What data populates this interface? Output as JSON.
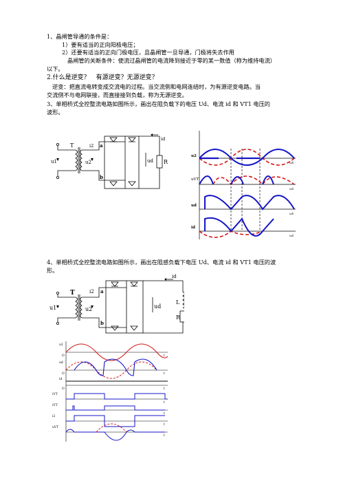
{
  "q1": {
    "title": "1、晶闸管导通的条件是：",
    "item1": "1）要有适当的正向阳极电压；",
    "item2": "2）还要有适当的正向门极电压，且晶闸管一旦导通，门极将失去作用",
    "off_line1": "晶闸管的关断条件：使流过晶闸管的电流降到接近于零的某一数值（称为维持电流）",
    "off_line2": "以下。"
  },
  "q2": {
    "title": "2.什么是逆变？　有源逆变？无源逆变？",
    "line1": "逆变：把直流电转变成交流电的过程。当交流侧和电网连结时，为有源逆变电路。当",
    "line2": "交流侧不与电网联接，而直接接到负载，称为无源逆变。"
  },
  "q3": {
    "line1": "3、单相桥式全控整流电路如图所示，画出在阻负载下的电压 Ud、电流 id 和 VT1 电压的",
    "line2": "波形。"
  },
  "q4": {
    "line1": "4、单相桥式全控整流电路如图所示，画出在阻感负载下电压 Ud、电流 id 和 VT1 电压的波",
    "line2": "形。"
  },
  "circuit1": {
    "T": "T",
    "u1": "u1",
    "u2": "u2",
    "i2": "i2",
    "a": "a",
    "b": "b",
    "id": "id",
    "ud": "ud",
    "R": "R"
  },
  "circuit2": {
    "T": "T",
    "u1": "u1",
    "u2": "u2",
    "i2": "i2",
    "a": "a",
    "b": "b",
    "id": "id",
    "ud": "ud",
    "L": "L",
    "R": "R"
  },
  "wave1": {
    "y1": "u2",
    "y2": "uVT",
    "y3": "ud",
    "y4": "id",
    "x": "ωt"
  },
  "wave2": {
    "y1": "u2",
    "y2": "ud",
    "y3": "id",
    "y4": "iVT",
    "y5": "iVT",
    "y6": "i2",
    "y7": "uVT",
    "x": "t",
    "origin": "O"
  },
  "colors": {
    "blue": "#1414c8",
    "red": "#d21414",
    "black": "#000000"
  }
}
